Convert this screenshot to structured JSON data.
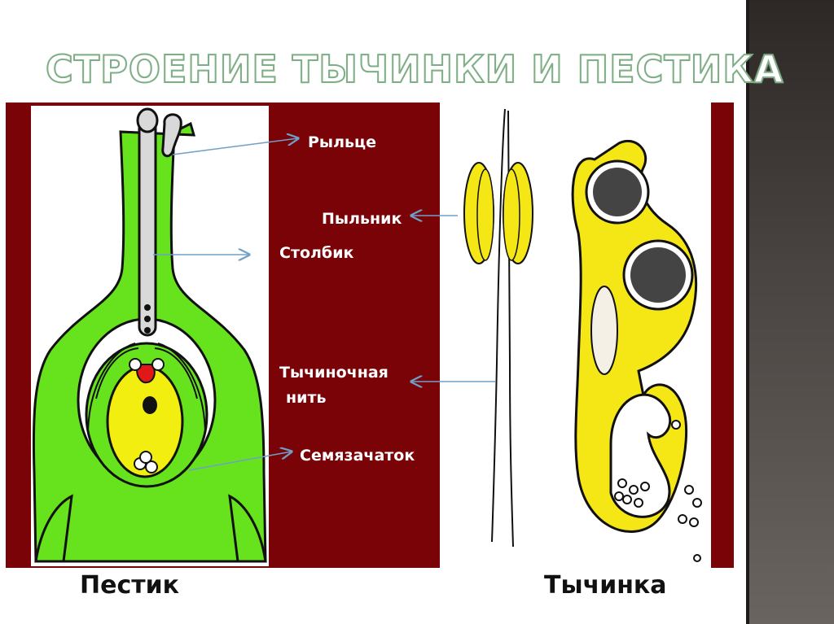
{
  "slide": {
    "title": "СТРОЕНИЕ ТЫЧИНКИ И ПЕСТИКА"
  },
  "labels": {
    "stigma": "Рыльце",
    "anther": "Пыльник",
    "style": "Столбик",
    "filament_line1": "Тычиночная",
    "filament_line2": "нить",
    "ovule": "Семязачаток"
  },
  "captions": {
    "pistil": "Пестик",
    "stamen": "Тычинка"
  },
  "colors": {
    "panel": "#7a0308",
    "pistil_green": "#66e31c",
    "ovary_yellow": "#f2ee10",
    "anther_yellow": "#f5e615",
    "arrow": "#6ea0c8",
    "title_outline": "#7fae86"
  }
}
